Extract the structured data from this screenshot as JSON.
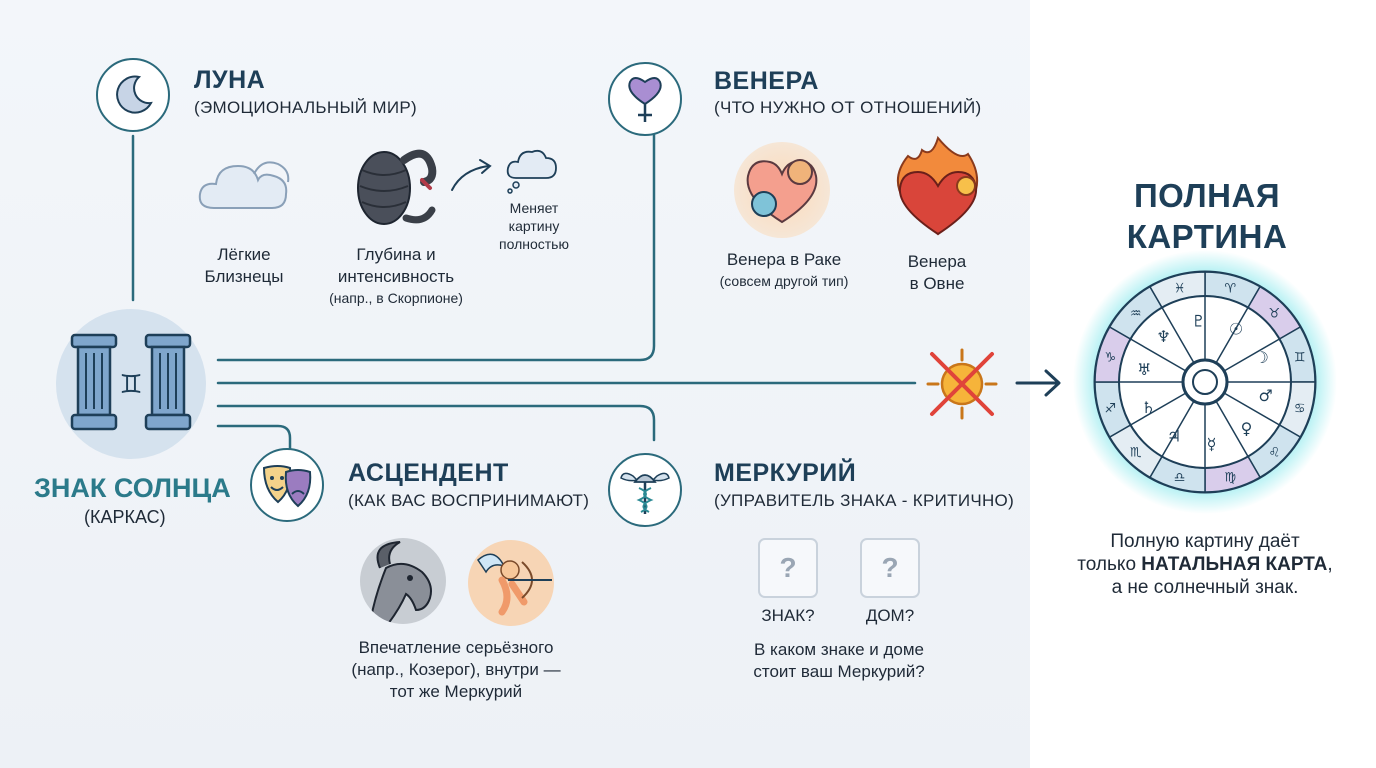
{
  "moon": {
    "title": "ЛУНА",
    "subtitle": "(ЭМОЦИОНАЛЬНЫЙ МИР)",
    "ex1": {
      "line1": "Лёгкие",
      "line2": "Близнецы"
    },
    "ex2": {
      "line1": "Глубина и",
      "line2": "интенсивность",
      "line3": "(напр., в Скорпионе)"
    },
    "change": {
      "line1": "Меняет",
      "line2": "картину",
      "line3": "полностью"
    }
  },
  "venus": {
    "title": "ВЕНЕРА",
    "subtitle": "(ЧТО НУЖНО ОТ ОТНОШЕНИЙ)",
    "ex1": {
      "line1": "Венера в Раке",
      "line2": "(совсем другой тип)"
    },
    "ex2": {
      "line1": "Венера",
      "line2": "в Овне"
    }
  },
  "sun": {
    "title": "ЗНАК СОЛНЦА",
    "subtitle": "(КАРКАС)",
    "glyph": "♊"
  },
  "asc": {
    "title": "АСЦЕНДЕНТ",
    "subtitle": "(КАК ВАС ВОСПРИНИМАЮТ)",
    "caption": {
      "line1": "Впечатление серьёзного",
      "line2": "(напр., Козерог), внутри —",
      "line3": "тот же Меркурий"
    }
  },
  "mercury": {
    "title": "МЕРКУРИЙ",
    "subtitle": "(УПРАВИТЕЛЬ ЗНАКА - КРИТИЧНО)",
    "q1": "ЗНАК?",
    "q2": "ДОМ?",
    "qmark": "?",
    "caption": {
      "line1": "В каком знаке и доме",
      "line2": "стоит ваш Меркурий?"
    }
  },
  "result": {
    "line1": "ПОЛНАЯ",
    "line2": "КАРТИНА",
    "zodiac": [
      "♈",
      "♉",
      "♊",
      "♋",
      "♌",
      "♍",
      "♎",
      "♏",
      "♐",
      "♑",
      "♒",
      "♓"
    ],
    "planets": [
      "☉",
      "☽",
      "♂",
      "♀",
      "☿",
      "♃",
      "♄",
      "♅",
      "♆",
      "♇"
    ]
  },
  "conclusion": {
    "line1": "Полную картину даёт",
    "pre": "только ",
    "bold": "НАТАЛЬНАЯ КАРТА",
    "post": ",",
    "line3": "а не солнечный знак."
  },
  "colors": {
    "accent": "#2b6a7c",
    "title": "#1e3f58",
    "sun": "#2b7a8a",
    "glow": "#6fe3e8"
  }
}
